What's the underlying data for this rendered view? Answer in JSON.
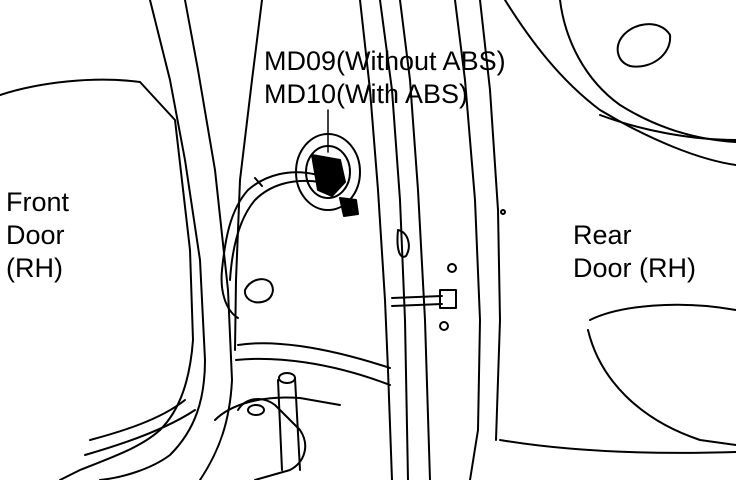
{
  "connector_callout": {
    "line1": "MD09(Without ABS)",
    "line2": "MD10(With ABS)"
  },
  "front_door_label": {
    "line1": "Front",
    "line2": "Door",
    "line3": "(RH)"
  },
  "rear_door_label": {
    "line1": "Rear",
    "line2": "Door (RH)"
  },
  "colors": {
    "ink": "#000000",
    "paper": "#ffffff"
  }
}
